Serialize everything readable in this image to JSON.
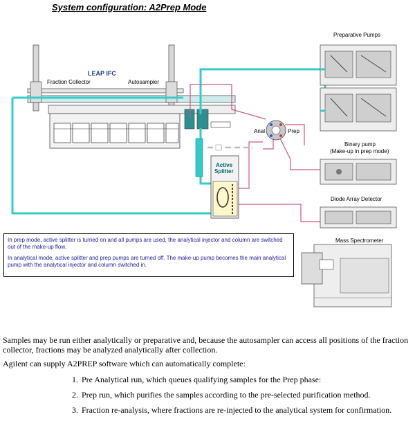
{
  "title": "System configuration: A2Prep Mode",
  "diagram": {
    "leap_title": "LEAP IFC",
    "fraction_collector": "Fraction Collector",
    "autosampler": "Autosampler",
    "preparative_pumps": "Preparative Pumps",
    "binary_pump_line1": "Binary pump",
    "binary_pump_line2": "(Make-up in prep mode)",
    "diode_array": "Diode Array Detector",
    "mass_spec": "Mass Spectrometer",
    "anal": "Anal",
    "prep": "Prep",
    "active_splitter_line1": "Active",
    "active_splitter_line2": "Splitter"
  },
  "notes": {
    "prep_mode": "In prep mode, active splitter is turned on and all pumps are used, the analytical injector and column are switched out of the make-up flow.",
    "analytical_mode": "In analytical mode, active splitter and prep pumps are turned off. The make-up pump becomes the main analytical pump with the analytical injector and column switched in."
  },
  "paragraphs": {
    "p1": "Samples may be run either analytically or preparative and, because the autosampler can access all positions of the fraction collector, fractions may be analyzed analytically after collection.",
    "p2": "Agilent can supply A2PREP software which can automatically complete:"
  },
  "steps": [
    "Pre Analytical run, which queues qualifying samples for the Prep phase:",
    "Prep run, which purifies the samples according to the pre-selected purification method.",
    "Fraction re-analysis, where fractions are re-injected to the analytical system for confirmation."
  ],
  "colors": {
    "cyan_line": "#33cccc",
    "pink_line": "#cc5588",
    "note_text": "#1a1a9a",
    "splitter_text": "#006666"
  }
}
